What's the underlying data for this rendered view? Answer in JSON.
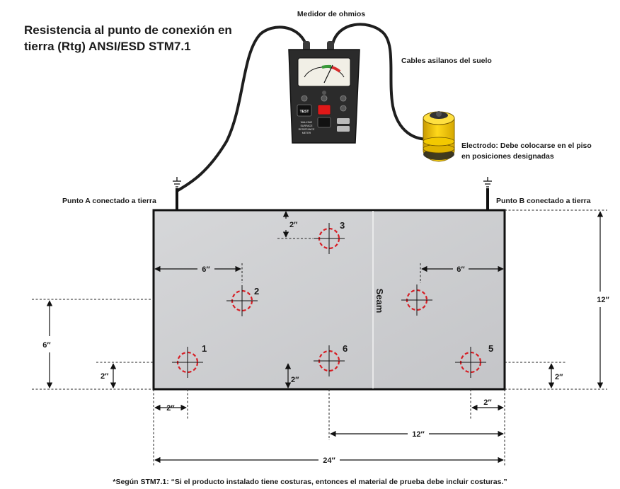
{
  "title": {
    "line1": "Resistencia al punto de conexión en",
    "line2": "tierra (Rtg) ANSI/ESD STM7.1"
  },
  "labels": {
    "meter": "Medidor de ohmios",
    "cables": "Cables asilanos del suelo",
    "electrode_line1": "Electrodo: Debe colocarse en el piso",
    "electrode_line2": "en posiciones designadas",
    "point_a": "Punto A conectado a tierra",
    "point_b": "Punto B conectado a tierra",
    "seam": "Seam"
  },
  "meter_panel": {
    "test_button": "TEST",
    "panel_text": [
      "WALKING",
      "SURFACE",
      "RESISTANCE",
      "METER"
    ]
  },
  "test_points": [
    "1",
    "2",
    "3",
    "5",
    "6"
  ],
  "dimensions": {
    "left_6": "6″",
    "right_6": "6″",
    "top_2": "2″",
    "left_height_6": "6″",
    "left_2": "2″",
    "mid_2": "2″",
    "right_2": "2″",
    "height_12": "12″",
    "bottom_left_2": "2″",
    "bottom_right_2": "2″",
    "width_12": "12″",
    "width_24": "24″"
  },
  "footnote": "*Según STM7.1: “Si el producto instalado tiene costuras, entonces el material de prueba debe incluir costuras.”",
  "colors": {
    "mat": "#cfd0d2",
    "ring": "#d61f26",
    "electrode": "#f5c400",
    "meter_body": "#2b2b2b"
  }
}
